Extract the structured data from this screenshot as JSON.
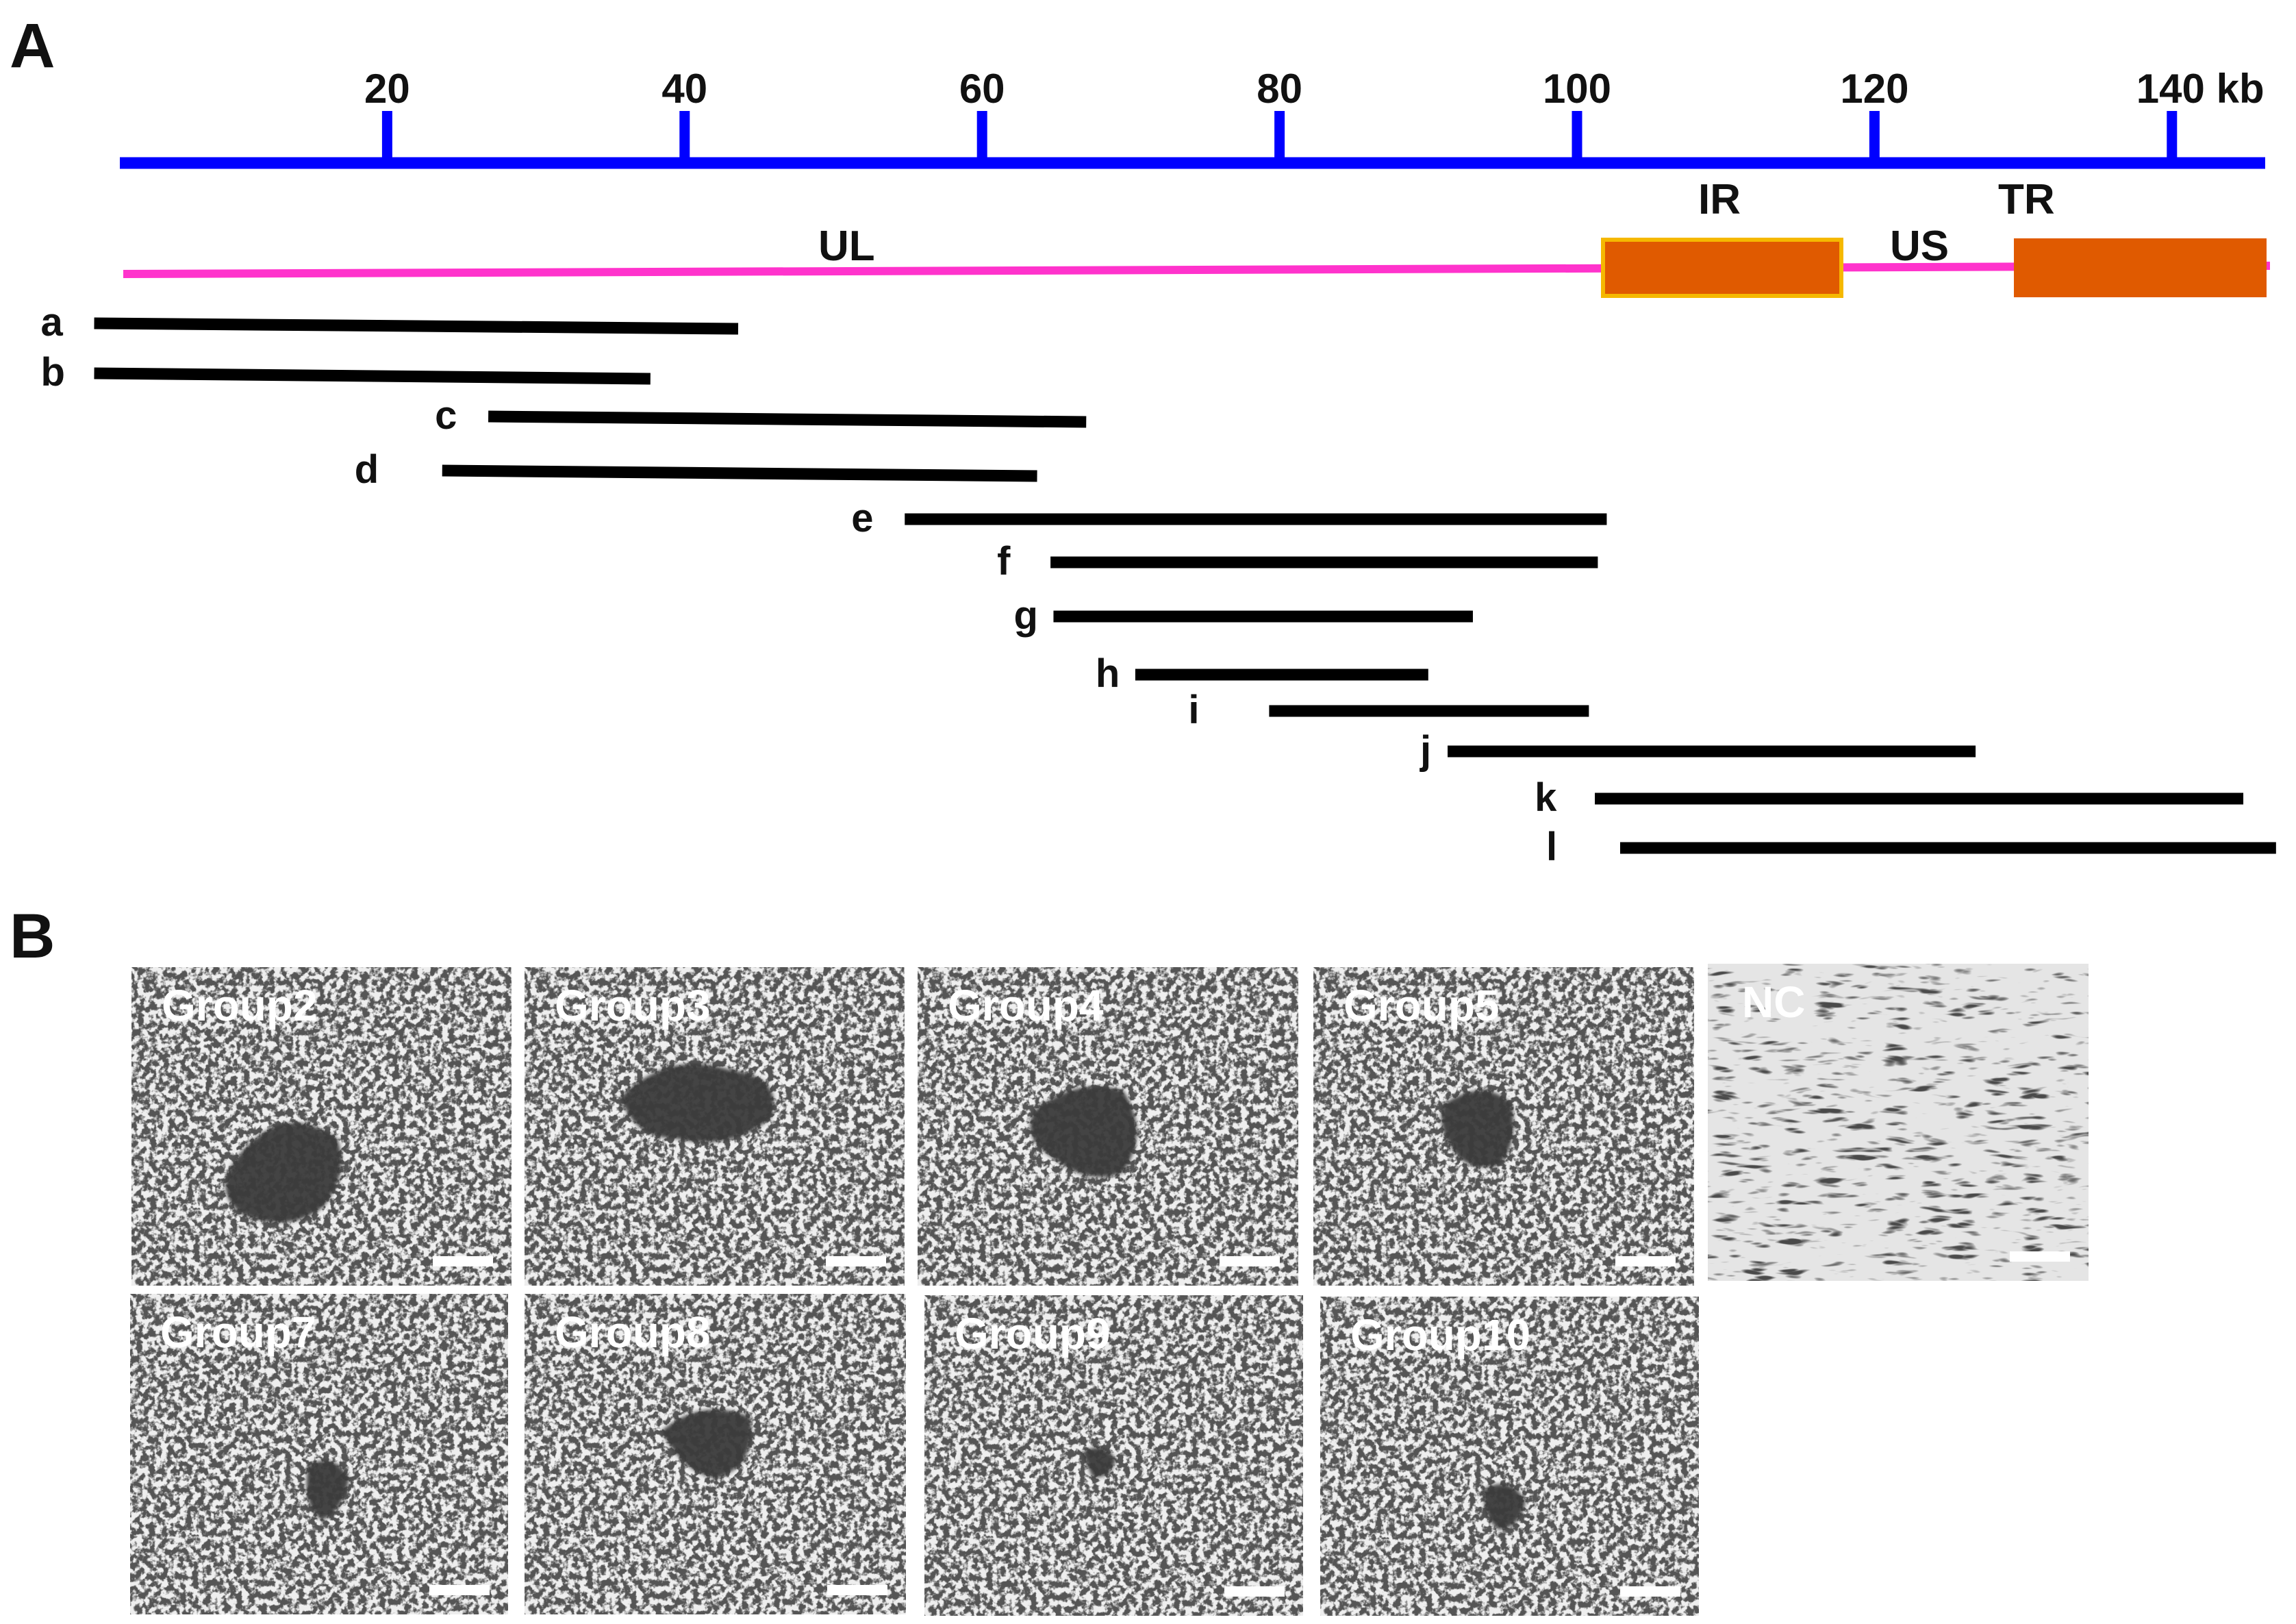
{
  "panel_a": {
    "letter": "A",
    "scale": {
      "ticks": [
        {
          "value": 20,
          "label": "20"
        },
        {
          "value": 40,
          "label": "40"
        },
        {
          "value": 60,
          "label": "60"
        },
        {
          "value": 80,
          "label": "80"
        },
        {
          "value": 100,
          "label": "100"
        },
        {
          "value": 120,
          "label": "120"
        },
        {
          "value": 140,
          "label": "140 kb"
        }
      ],
      "color": "#0000ff"
    },
    "genome": {
      "line_color": "#ff33cc",
      "box_fill": "#e05a00",
      "box_stroke": "#f5b800",
      "regions": [
        {
          "id": "UL",
          "label": "UL",
          "type": "line"
        },
        {
          "id": "IR",
          "label": "IR",
          "type": "box"
        },
        {
          "id": "US",
          "label": "US",
          "type": "line"
        },
        {
          "id": "TR",
          "label": "TR",
          "type": "box"
        }
      ]
    },
    "fragments": [
      {
        "label": "a",
        "start_kb": 0.3,
        "end_kb": 43.6
      },
      {
        "label": "b",
        "start_kb": 0.3,
        "end_kb": 37.7
      },
      {
        "label": "c",
        "start_kb": 26.8,
        "end_kb": 67.0
      },
      {
        "label": "d",
        "start_kb": 23.7,
        "end_kb": 63.7
      },
      {
        "label": "e",
        "start_kb": 54.8,
        "end_kb": 102.0
      },
      {
        "label": "f",
        "start_kb": 64.6,
        "end_kb": 101.4
      },
      {
        "label": "g",
        "start_kb": 64.8,
        "end_kb": 93.0
      },
      {
        "label": "h",
        "start_kb": 70.3,
        "end_kb": 90.0
      },
      {
        "label": "i",
        "start_kb": 79.3,
        "end_kb": 100.8
      },
      {
        "label": "j",
        "start_kb": 91.3,
        "end_kb": 126.8
      },
      {
        "label": "k",
        "start_kb": 101.2,
        "end_kb": 144.8
      },
      {
        "label": "l",
        "start_kb": 102.9,
        "end_kb": 147.0
      }
    ],
    "fragment_color": "#000000"
  },
  "panel_b": {
    "letter": "B",
    "images": [
      {
        "label": "Group2",
        "type": "infected"
      },
      {
        "label": "Group3",
        "type": "infected"
      },
      {
        "label": "Group4",
        "type": "infected"
      },
      {
        "label": "Group5",
        "type": "infected"
      },
      {
        "label": "NC",
        "type": "control"
      },
      {
        "label": "Group7",
        "type": "infected"
      },
      {
        "label": "Group8",
        "type": "infected"
      },
      {
        "label": "Group9",
        "type": "infected"
      },
      {
        "label": "Group10",
        "type": "infected"
      }
    ]
  }
}
